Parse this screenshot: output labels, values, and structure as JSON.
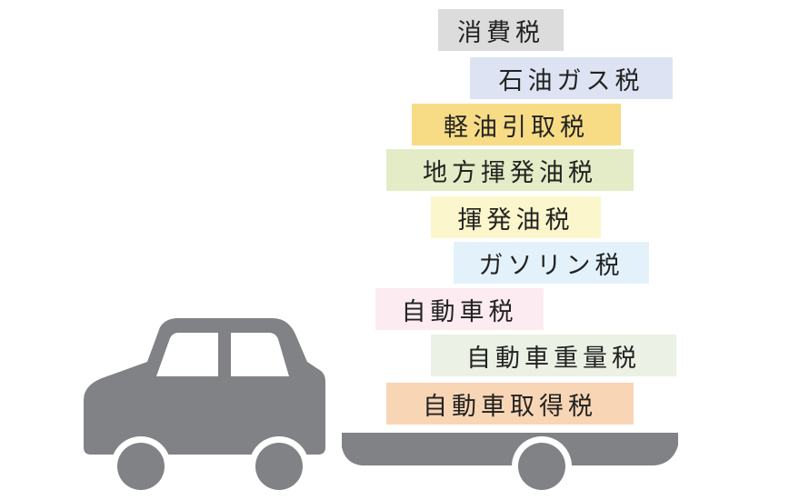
{
  "taxes": [
    {
      "label": "消費税",
      "color": "#dcdcdc"
    },
    {
      "label": "石油ガス税",
      "color": "#dde3f2"
    },
    {
      "label": "軽油引取税",
      "color": "#f7dc85"
    },
    {
      "label": "地方揮発油税",
      "color": "#e3ecc6"
    },
    {
      "label": "揮発油税",
      "color": "#fcf6cc"
    },
    {
      "label": "ガソリン税",
      "color": "#e3f2fa"
    },
    {
      "label": "自動車税",
      "color": "#fcecf1"
    },
    {
      "label": "自動車重量税",
      "color": "#ebf1e4"
    },
    {
      "label": "自動車取得税",
      "color": "#f8d5b5"
    }
  ],
  "vehicle_color": "#808285",
  "wheel_hub_color": "#ffffff",
  "window_color": "#ffffff"
}
